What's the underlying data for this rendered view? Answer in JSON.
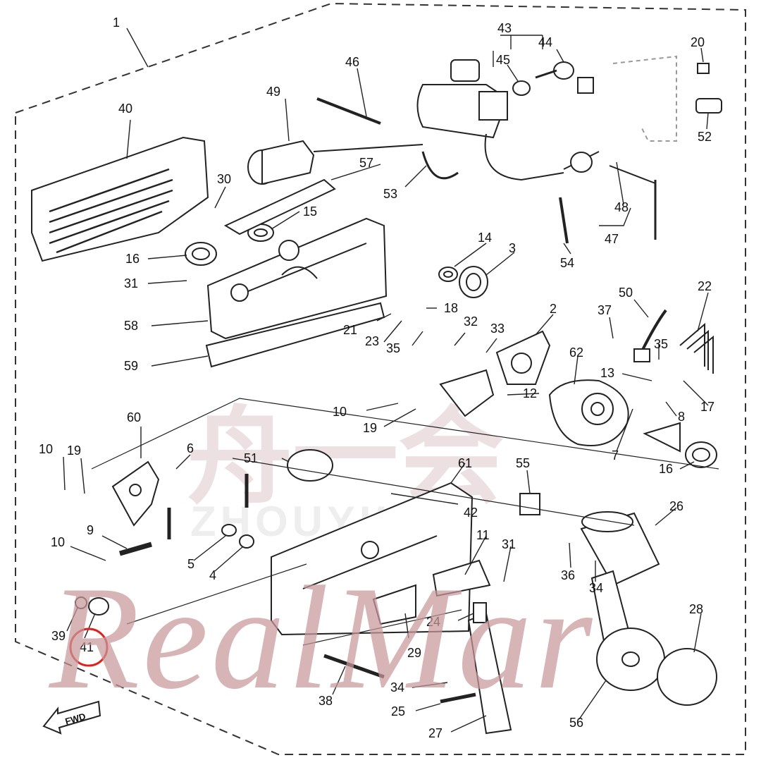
{
  "diagram": {
    "callouts": [
      {
        "id": "c1",
        "text": "1"
      },
      {
        "id": "c2",
        "text": "2"
      },
      {
        "id": "c3",
        "text": "3"
      },
      {
        "id": "c4",
        "text": "4"
      },
      {
        "id": "c5",
        "text": "5"
      },
      {
        "id": "c6",
        "text": "6"
      },
      {
        "id": "c7",
        "text": "7"
      },
      {
        "id": "c8",
        "text": "8"
      },
      {
        "id": "c9",
        "text": "9"
      },
      {
        "id": "c10a",
        "text": "10"
      },
      {
        "id": "c10b",
        "text": "10"
      },
      {
        "id": "c10c",
        "text": "10"
      },
      {
        "id": "c11",
        "text": "11"
      },
      {
        "id": "c12",
        "text": "12"
      },
      {
        "id": "c13",
        "text": "13"
      },
      {
        "id": "c14",
        "text": "14"
      },
      {
        "id": "c15",
        "text": "15"
      },
      {
        "id": "c16a",
        "text": "16"
      },
      {
        "id": "c16b",
        "text": "16"
      },
      {
        "id": "c17",
        "text": "17"
      },
      {
        "id": "c18",
        "text": "18"
      },
      {
        "id": "c19a",
        "text": "19"
      },
      {
        "id": "c19b",
        "text": "19"
      },
      {
        "id": "c20",
        "text": "20"
      },
      {
        "id": "c21",
        "text": "21"
      },
      {
        "id": "c22",
        "text": "22"
      },
      {
        "id": "c23",
        "text": "23"
      },
      {
        "id": "c24",
        "text": "24"
      },
      {
        "id": "c25",
        "text": "25"
      },
      {
        "id": "c26",
        "text": "26"
      },
      {
        "id": "c27",
        "text": "27"
      },
      {
        "id": "c28",
        "text": "28"
      },
      {
        "id": "c29",
        "text": "29"
      },
      {
        "id": "c30",
        "text": "30"
      },
      {
        "id": "c31a",
        "text": "31"
      },
      {
        "id": "c31b",
        "text": "31"
      },
      {
        "id": "c32",
        "text": "32"
      },
      {
        "id": "c33",
        "text": "33"
      },
      {
        "id": "c34a",
        "text": "34"
      },
      {
        "id": "c34b",
        "text": "34"
      },
      {
        "id": "c35a",
        "text": "35"
      },
      {
        "id": "c35b",
        "text": "35"
      },
      {
        "id": "c36",
        "text": "36"
      },
      {
        "id": "c37",
        "text": "37"
      },
      {
        "id": "c38",
        "text": "38"
      },
      {
        "id": "c39",
        "text": "39"
      },
      {
        "id": "c40",
        "text": "40"
      },
      {
        "id": "c41",
        "text": "41"
      },
      {
        "id": "c42",
        "text": "42"
      },
      {
        "id": "c43",
        "text": "43"
      },
      {
        "id": "c44",
        "text": "44"
      },
      {
        "id": "c45",
        "text": "45"
      },
      {
        "id": "c46",
        "text": "46"
      },
      {
        "id": "c47",
        "text": "47"
      },
      {
        "id": "c48",
        "text": "48"
      },
      {
        "id": "c49",
        "text": "49"
      },
      {
        "id": "c50",
        "text": "50"
      },
      {
        "id": "c51",
        "text": "51"
      },
      {
        "id": "c52",
        "text": "52"
      },
      {
        "id": "c53",
        "text": "53"
      },
      {
        "id": "c54",
        "text": "54"
      },
      {
        "id": "c55",
        "text": "55"
      },
      {
        "id": "c56",
        "text": "56"
      },
      {
        "id": "c57",
        "text": "57"
      },
      {
        "id": "c58",
        "text": "58"
      },
      {
        "id": "c59",
        "text": "59"
      },
      {
        "id": "c60",
        "text": "60"
      },
      {
        "id": "c61",
        "text": "61"
      },
      {
        "id": "c62",
        "text": "62"
      }
    ],
    "fwd_label": "FWD",
    "highlight_color": "#e0201c",
    "watermarks": {
      "cjk": "舟一会",
      "latin": "ZHOUYIHUI",
      "script": "RealMar",
      "cjk_color": "#c9a9ad",
      "script_color": "#c8999c"
    }
  }
}
